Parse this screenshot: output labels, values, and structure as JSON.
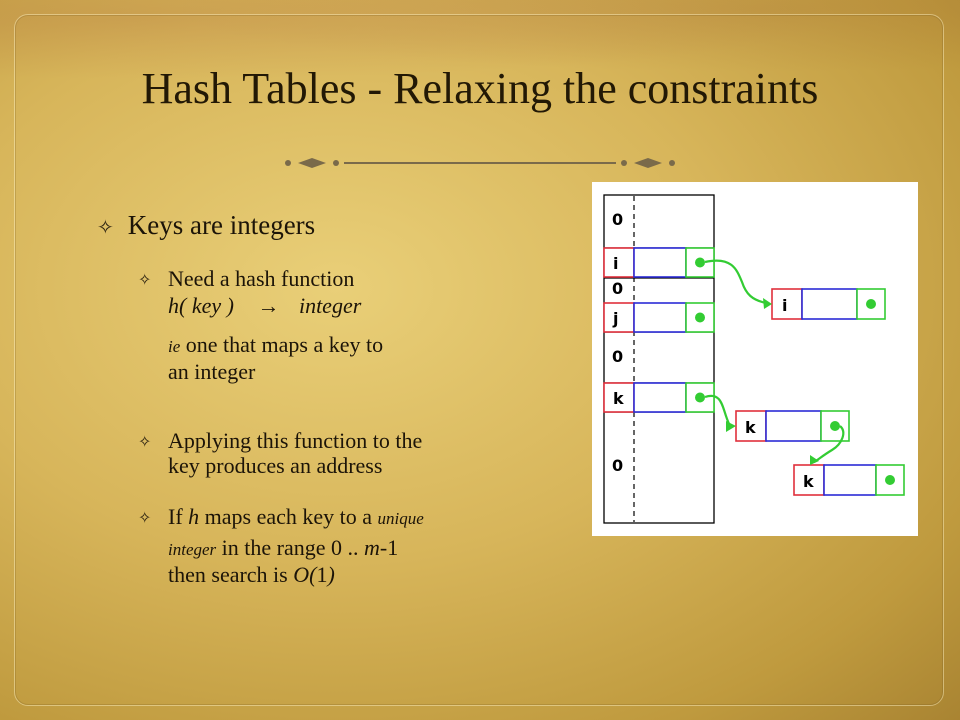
{
  "slide": {
    "title": "Hash Tables - Relaxing the constraints",
    "bullets": {
      "b1": "Keys are integers",
      "s1": {
        "line1": "Need a hash function",
        "line2_fn": "h( key )",
        "line2_arrow": "→",
        "line2_result": "integer",
        "line3_ie": "ie",
        "line3_rest": " one that maps a key to",
        "line4": "an integer"
      },
      "s2": {
        "line1": "Applying this function to the",
        "line2": "key produces an address"
      },
      "s3": {
        "l1a": "If ",
        "l1b": "h",
        "l1c": " maps each key to a ",
        "l1d": "unique",
        "l2a": "integer",
        "l2b": " in the range 0 .. ",
        "l2c": "m",
        "l2d": "-1",
        "l3a": "then search is ",
        "l3b": "O(",
        "l3c": "1",
        "l3d": ")"
      }
    },
    "diagram": {
      "table_labels": [
        "0",
        "i",
        "0",
        "j",
        "0",
        "k",
        "0"
      ],
      "node_labels": [
        "i",
        "k",
        "k"
      ]
    },
    "colors": {
      "key_cell": "#e0303c",
      "value_cell": "#2b2bd6",
      "pointer_cell": "#33cc33"
    }
  }
}
